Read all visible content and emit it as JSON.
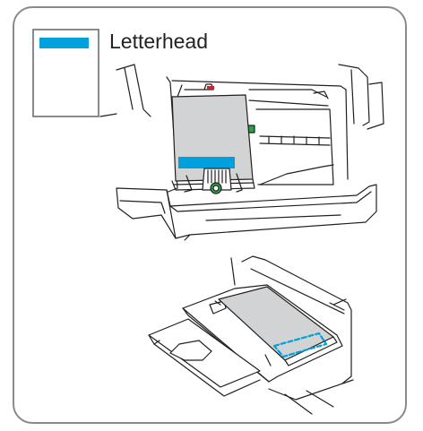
{
  "caption": {
    "paper_type": "Letterhead"
  },
  "colors": {
    "frame_border": "#8a8a8a",
    "paper_fill": "#d2d3d4",
    "letterhead_mark": "#00a0dc",
    "line_art": "#231f20"
  },
  "icons": {
    "paper_icon": "letterhead-sheet-icon",
    "tray_illustration": "paper-drawer-illustration",
    "bypass_illustration": "bypass-tray-illustration"
  }
}
